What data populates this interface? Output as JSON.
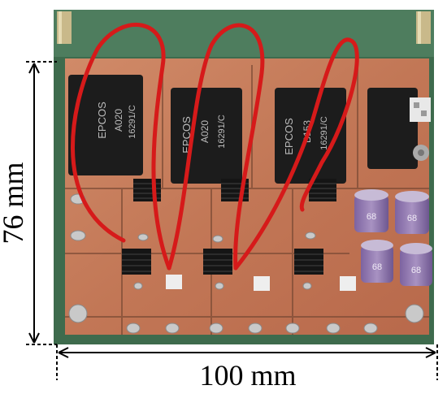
{
  "dimensions": {
    "height_label": "76 mm",
    "width_label": "100 mm"
  },
  "components": {
    "inductor_brand": "EPCOS",
    "inductor_codes": [
      "A020",
      "A020",
      "B153"
    ],
    "inductor_part": "16291/C",
    "capacitor_marking": "68"
  },
  "colors": {
    "pcb_green": "#3e6b4d",
    "copper": "#c9805e",
    "wire_red": "#d61a1a",
    "inductor_black": "#1c1c1c",
    "capacitor_purple": "#8f77a8"
  }
}
